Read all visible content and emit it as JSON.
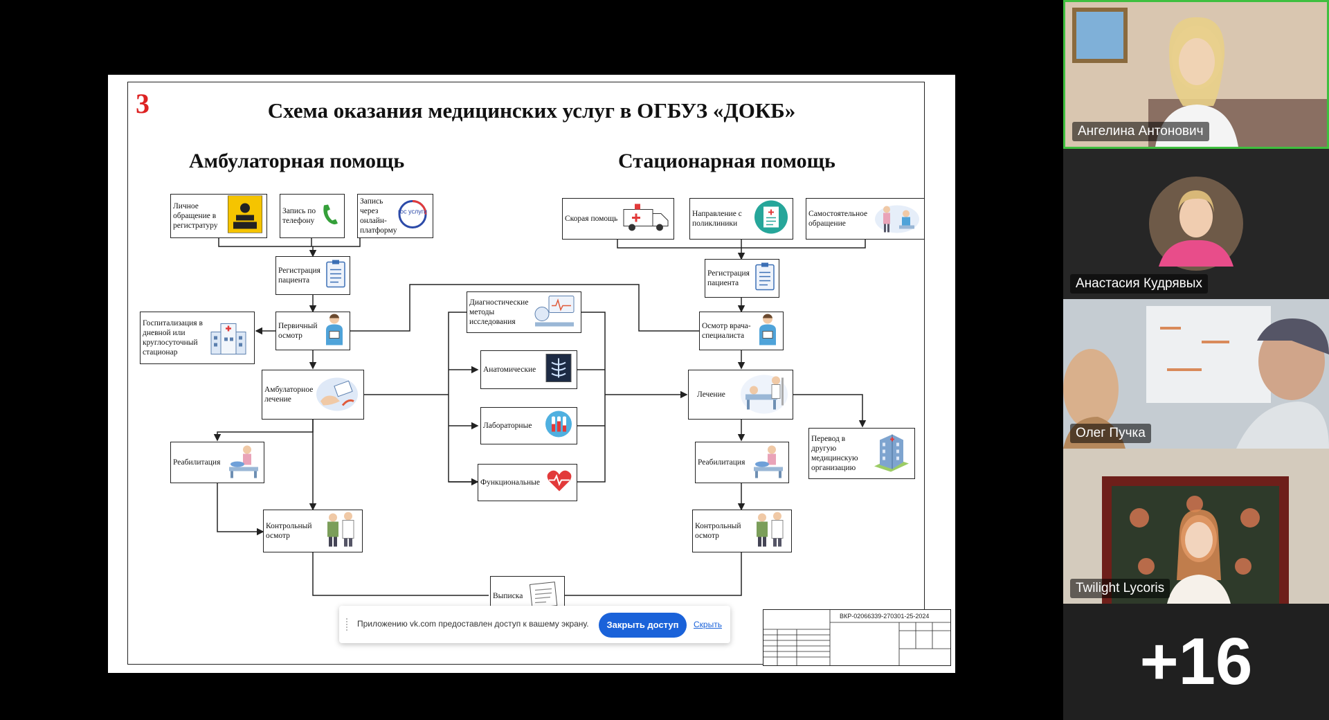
{
  "slide": {
    "number": "3",
    "title": "Схема оказания медицинских услуг в ОГБУЗ «ДОКБ»",
    "ambulatory_heading": "Амбулаторная помощь",
    "inpatient_heading": "Стационарная помощь",
    "ambulatory": {
      "personal_visit": "Личное обращение в регистратуру",
      "phone": "Запись по телефону",
      "online": "Запись через онлайн-платформу",
      "gosuslugi_logo": "гос услуги",
      "registration": "Регистрация пациента",
      "hospitalization": "Госпитализация в дневной или круглосуточный стационар",
      "primary_exam": "Первичный осмотр",
      "treatment": "Амбулаторное лечение",
      "rehab": "Реабилитация",
      "control_exam": "Контрольный осмотр"
    },
    "diagnostics": {
      "methods": "Диагностические методы исследования",
      "anatomical": "Анатомические",
      "laboratory": "Лабораторные",
      "functional": "Функциональные"
    },
    "inpatient": {
      "ambulance": "Скорая помощь",
      "referral": "Направление с поликлиники",
      "self": "Самостоятельное обращение",
      "registration": "Регистрация пациента",
      "specialist_exam": "Осмотр врача-специалиста",
      "treatment": "Лечение",
      "transfer": "Перевод в другую медицинскую организацию",
      "rehab": "Реабилитация",
      "control_exam": "Контрольный осмотр"
    },
    "discharge": "Выписка",
    "stamp_code": "ВКР-02066339-270301-25-2024"
  },
  "share_bar": {
    "message": "Приложению vk.com предоставлен доступ к вашему экрану.",
    "close_button": "Закрыть доступ",
    "hide_link": "Скрыть"
  },
  "participants": [
    {
      "name": "Ангелина Антонович",
      "active": true
    },
    {
      "name": "Анастасия Кудрявых",
      "active": false
    },
    {
      "name": "Олег Пучка",
      "active": false
    },
    {
      "name": "Twilight Lycoris",
      "active": false
    }
  ],
  "more_participants": "+16",
  "colors": {
    "accent": "#1a62d9",
    "active_border": "#3fbf3f",
    "slide_number": "#d22222"
  }
}
